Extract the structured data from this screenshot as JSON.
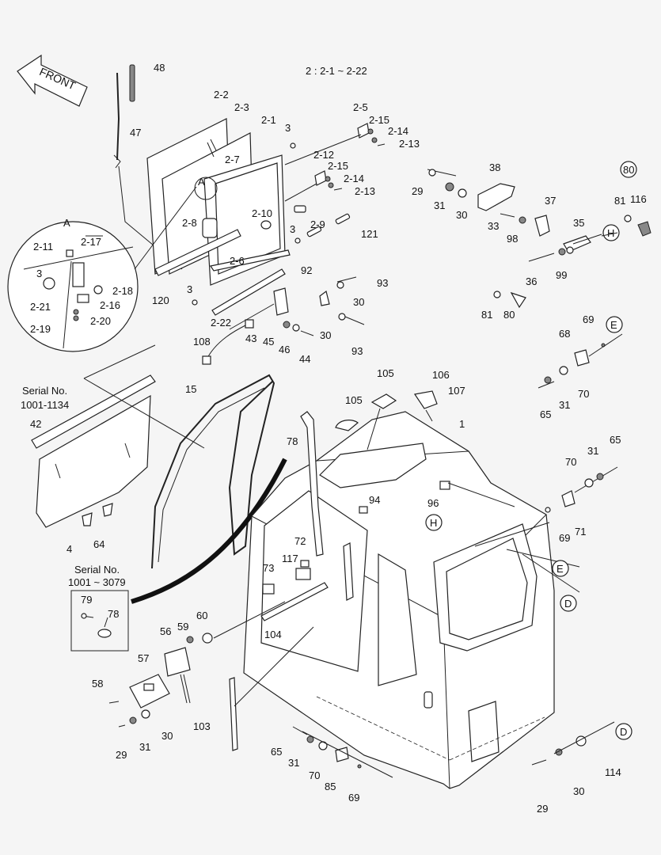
{
  "header": {
    "range_note": "2 : 2-1 ~ 2-22"
  },
  "front_arrow_label": "FRONT",
  "detail_label": "A",
  "serial_notes": [
    {
      "title": "Serial No.",
      "range": "1001-1134"
    },
    {
      "title": "Serial No.",
      "range": "1001 ~ 3079"
    }
  ],
  "connectors": [
    "H",
    "E",
    "D"
  ],
  "colors": {
    "background": "#f5f5f5",
    "line": "#222222"
  },
  "part_numbers": {
    "n48": "48",
    "n47": "47",
    "n2_2": "2-2",
    "n2_3": "2-3",
    "n2_1": "2-1",
    "n3a": "3",
    "n2_7": "2-7",
    "n2_5": "2-5",
    "n2_15a": "2-15",
    "n2_14a": "2-14",
    "n2_13a": "2-13",
    "n2_12": "2-12",
    "n2_15b": "2-15",
    "n2_14b": "2-14",
    "n2_13b": "2-13",
    "nA": "A",
    "n2_10": "2-10",
    "n2_9": "2-9",
    "n3b": "3",
    "n2_8": "2-8",
    "n121": "121",
    "n2_6": "2-6",
    "n120": "120",
    "n3c": "3",
    "n2_22": "2-22",
    "n2_11": "2-11",
    "n2_17": "2-17",
    "n3d": "3",
    "n2_18": "2-18",
    "n2_21": "2-21",
    "n2_16": "2-16",
    "n2_19": "2-19",
    "n2_20": "2-20",
    "nAc": "A",
    "n38": "38",
    "n29a": "29",
    "n31a": "31",
    "n30a": "30",
    "n37": "37",
    "n33": "33",
    "n98": "98",
    "n35": "35",
    "n36": "36",
    "n99": "99",
    "n80a": "80",
    "n81a": "81",
    "n116": "116",
    "n81b": "81",
    "n80b": "80",
    "n92": "92",
    "n93a": "93",
    "n30b": "30",
    "n30c": "30",
    "n93b": "93",
    "n108": "108",
    "n43": "43",
    "n45": "45",
    "n46": "46",
    "n44": "44",
    "n68": "68",
    "n69a": "69",
    "n70a": "70",
    "n65a": "65",
    "n31b": "31",
    "n105a": "105",
    "n106": "106",
    "n107": "107",
    "n105b": "105",
    "n15": "15",
    "n1": "1",
    "n78a": "78",
    "n42": "42",
    "n4": "4",
    "n64": "64",
    "n65b": "65",
    "n31c": "31",
    "n70b": "70",
    "n96": "96",
    "n94": "94",
    "n69b": "69",
    "n71": "71",
    "n72": "72",
    "n73": "73",
    "n117": "117",
    "n104": "104",
    "n79": "79",
    "n78b": "78",
    "n56": "56",
    "n59": "59",
    "n60": "60",
    "n57": "57",
    "n58": "58",
    "n29b": "29",
    "n31d": "31",
    "n30d": "30",
    "n103": "103",
    "n65c": "65",
    "n31e": "31",
    "n70c": "70",
    "n85": "85",
    "n69c": "69",
    "n114": "114",
    "n30e": "30",
    "n29c": "29"
  }
}
